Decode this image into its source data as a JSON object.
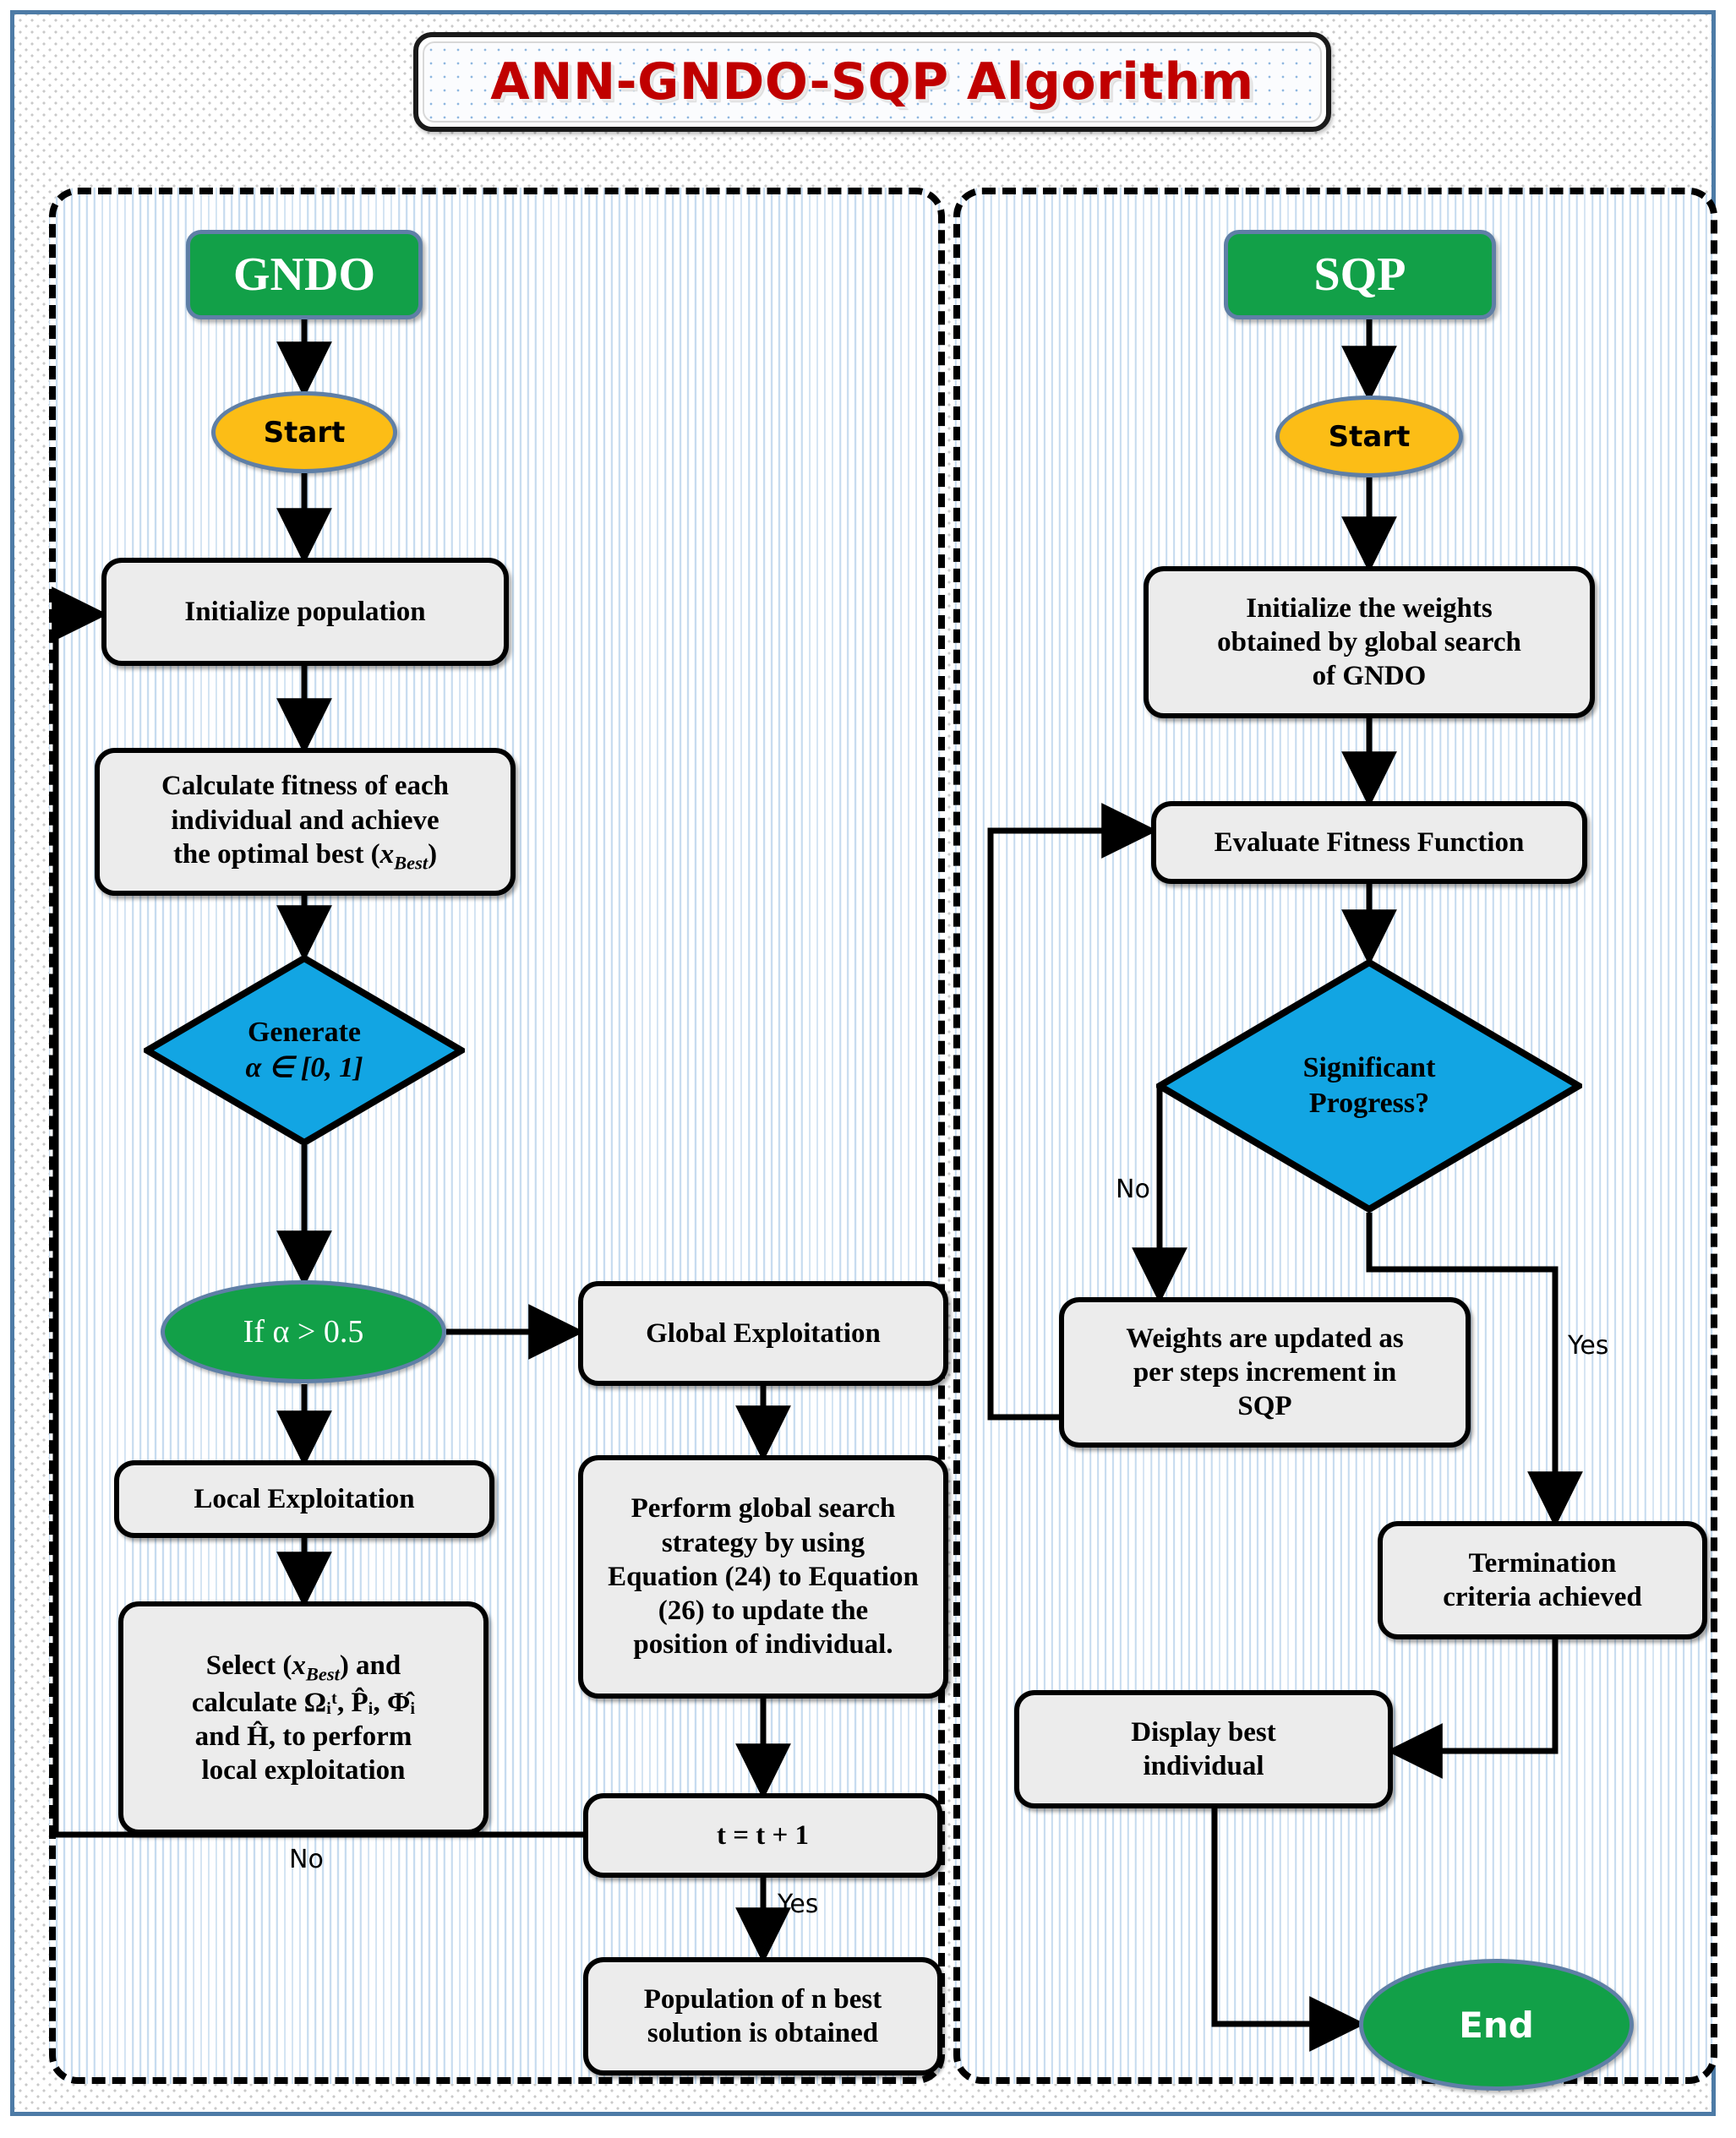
{
  "title": "ANN-GNDO-SQP Algorithm",
  "colors": {
    "frame_border": "#4d7ba6",
    "header_green": "#12a048",
    "start_yellow": "#fcbd16",
    "decision_blue": "#12a5e3",
    "process_gray": "#ececec",
    "title_red": "#c00000",
    "stripe_blue": "#c6dbef"
  },
  "panels": {
    "gndo": {
      "header": "GNDO",
      "nodes": {
        "start": "Start",
        "initialize_population": "Initialize population",
        "calculate_fitness_line1": "Calculate fitness of each",
        "calculate_fitness_line2": "individual and achieve",
        "calculate_fitness_line3_pre": "the optimal best (",
        "calculate_fitness_x": "x",
        "calculate_fitness_sub": "Best",
        "calculate_fitness_line3_post": ")",
        "generate_alpha_line1": "Generate",
        "generate_alpha_line2": "α ∈ [0, 1]",
        "if_alpha": "If α > 0.5",
        "local_exploitation": "Local Exploitation",
        "global_exploitation": "Global Exploitation",
        "select_xbest_line1_pre": "Select (",
        "select_xbest_x": "x",
        "select_xbest_sub": "Best",
        "select_xbest_line1_post": ") and",
        "select_xbest_line2": "calculate  Ωᵢᵗ, P̂ᵢ, Φ̂ᵢ",
        "select_xbest_line3": "and Ĥ, to perform",
        "select_xbest_line4": "local exploitation",
        "perform_global_line1": "Perform global search",
        "perform_global_line2": "strategy by using",
        "perform_global_line3": "Equation (24) to Equation",
        "perform_global_line4": "(26) to update the",
        "perform_global_line5": "position of individual.",
        "t_increment": "t = t + 1",
        "population_best_line1": "Population of n best",
        "population_best_line2": "solution is obtained"
      },
      "edge_labels": {
        "loop_no": "No",
        "t_yes": "Yes"
      }
    },
    "sqp": {
      "header": "SQP",
      "nodes": {
        "start": "Start",
        "init_weights_line1": "Initialize the weights",
        "init_weights_line2": "obtained by global search",
        "init_weights_line3": "of GNDO",
        "evaluate_fitness": "Evaluate Fitness Function",
        "significant_progress_line1": "Significant",
        "significant_progress_line2": "Progress?",
        "weights_updated_line1": "Weights are updated as",
        "weights_updated_line2": "per steps increment in",
        "weights_updated_line3": "SQP",
        "termination_line1": "Termination",
        "termination_line2": "criteria achieved",
        "display_best_line1": "Display best",
        "display_best_line2": "individual",
        "end": "End"
      },
      "edge_labels": {
        "progress_no": "No",
        "progress_yes": "Yes"
      }
    }
  }
}
